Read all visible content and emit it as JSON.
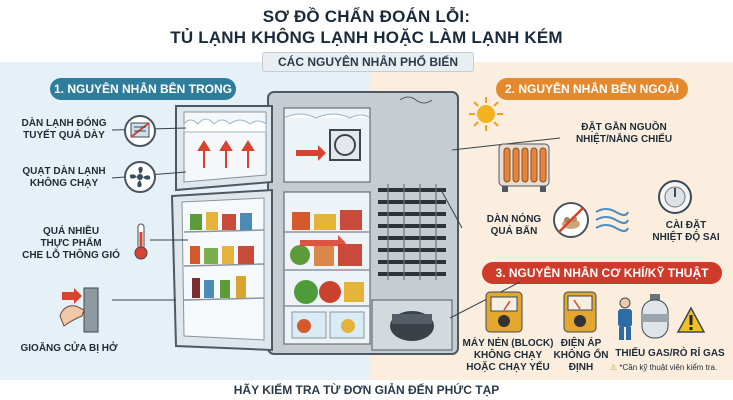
{
  "title": {
    "line1": "SƠ ĐỒ CHẨN ĐOÁN LỖI:",
    "line2": "TỦ LẠNH KHÔNG LẠNH HOẶC LÀM LẠNH KÉM"
  },
  "common_banner": "CÁC NGUYÊN NHÂN PHỔ BIẾN",
  "sections": {
    "inside": "1. NGUYÊN NHÂN BÊN TRONG",
    "outside": "2. NGUYÊN NHÂN BÊN NGOÀI",
    "mechanical": "3. NGUYÊN NHÂN CƠ KHÍ/KỸ THUẬT"
  },
  "labels": {
    "ice": "DÀN LẠNH ĐÓNG\nTUYẾT QUÁ DÀY",
    "fan": "QUẠT DÀN LẠNH\nKHÔNG CHẠY",
    "food": "QUÁ NHIỀU\nTHỰC PHẨM\nCHE LỖ THÔNG GIÓ",
    "gasket": "GIOĂNG CỬA BỊ HỞ",
    "heat": "ĐẶT GẦN NGUỒN\nNHIỆT/NẮNG CHIẾU",
    "condenser": "DÀN NÓNG\nQUÁ BẨN",
    "setting": "CÀI ĐẶT\nNHIỆT ĐỘ SAI",
    "compressor": "MÁY NÉN (BLOCK)\nKHÔNG CHẠY\nHOẶC CHẠY YẾU",
    "voltage": "ĐIỆN ÁP\nKHÔNG ỔN\nĐỊNH",
    "gas": "THIẾU GAS/RÒ RỈ GAS",
    "gas_note": "*Cần kỹ thuật viên kiểm tra."
  },
  "footer": "HÃY KIỂM TRA TỪ ĐƠN GIẢN ĐẾN PHỨC TẠP",
  "colors": {
    "inside": "#2e7d9a",
    "outside": "#e58a2c",
    "mechanical": "#cf3b2a"
  },
  "icons": [
    "snowflake-icon",
    "fan-icon",
    "thermometer-icon",
    "door-seal-icon",
    "sun-icon",
    "heater-icon",
    "dust-icon",
    "airflow-icon",
    "thermostat-dial-icon",
    "voltmeter-icon",
    "gas-tank-icon",
    "warning-icon",
    "technician-icon",
    "compressor-icon"
  ]
}
